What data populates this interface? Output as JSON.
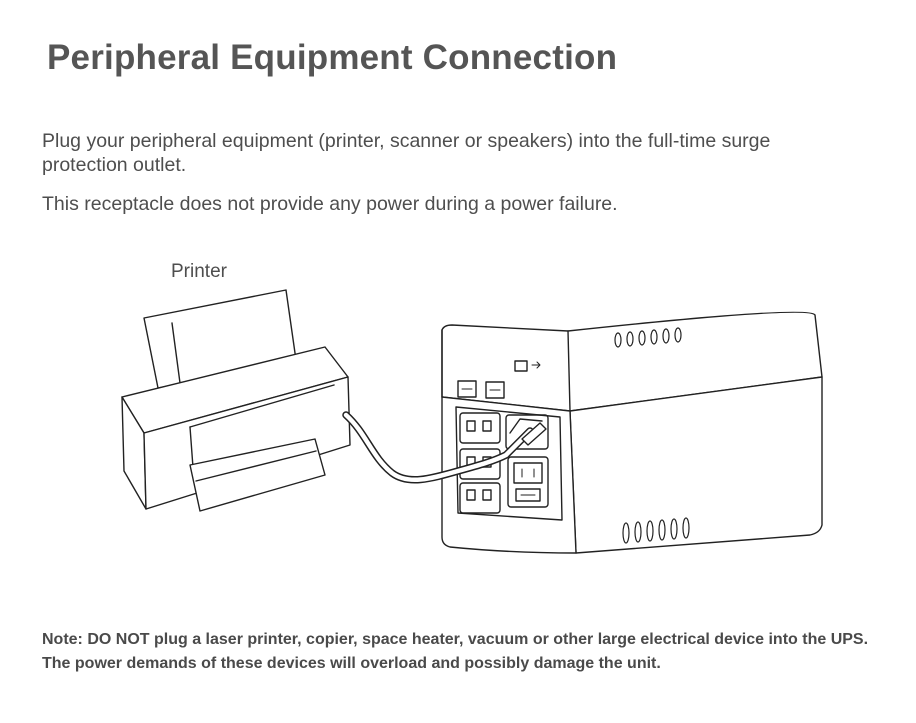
{
  "page": {
    "title": "Peripheral Equipment Connection",
    "paragraph1": "Plug your peripheral equipment (printer, scanner or speakers) into the full-time surge protection outlet.",
    "paragraph2": "This receptacle does not provide any power during a power failure.",
    "figure_caption": "Printer",
    "note": "Note: DO NOT plug a laser printer, copier, space heater, vacuum or other large electrical device into the UPS. The power demands of these devices will overload and possibly damage the unit."
  },
  "illustration": {
    "printer_icon": "printer-icon",
    "ups_icon": "ups-device-icon",
    "cable_icon": "power-cable-icon",
    "line_color": "#222222"
  }
}
